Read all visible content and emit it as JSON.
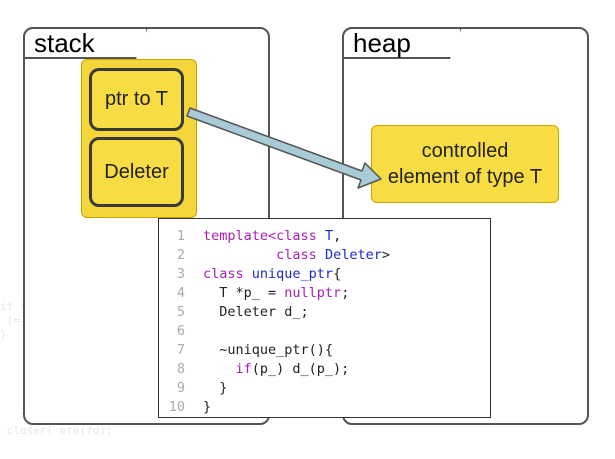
{
  "stack_panel": {
    "title": "stack"
  },
  "heap_panel": {
    "title": "heap"
  },
  "stack_frame": {
    "ptr_label": "ptr to T",
    "deleter_label": "Deleter"
  },
  "heap_object": {
    "line1": "controlled",
    "line2": "element of type T"
  },
  "arrow": {
    "from": "ptr to T",
    "to": "controlled element of type T"
  },
  "colors": {
    "box_fill": "#f7dc44",
    "box_border": "#3a3a3a",
    "keyword": "#a61fb8",
    "type": "#1f2ac7",
    "line_number": "#aaaaaa",
    "arrow_fill": "#a9cbd8"
  },
  "code": {
    "lines": [
      {
        "n": "1",
        "parts": [
          {
            "t": "template<",
            "c": "kw"
          },
          {
            "t": "class",
            "c": "kw"
          },
          {
            "t": " ",
            "c": ""
          },
          {
            "t": "T",
            "c": "ty"
          },
          {
            "t": ",",
            "c": ""
          }
        ]
      },
      {
        "n": "2",
        "parts": [
          {
            "t": "         ",
            "c": ""
          },
          {
            "t": "class",
            "c": "kw"
          },
          {
            "t": " ",
            "c": ""
          },
          {
            "t": "Deleter",
            "c": "ty"
          },
          {
            "t": ">",
            "c": ""
          }
        ]
      },
      {
        "n": "3",
        "parts": [
          {
            "t": "class",
            "c": "kw"
          },
          {
            "t": " ",
            "c": ""
          },
          {
            "t": "unique_ptr",
            "c": "ty"
          },
          {
            "t": "{",
            "c": ""
          }
        ]
      },
      {
        "n": "4",
        "parts": [
          {
            "t": "  T *p_ = ",
            "c": ""
          },
          {
            "t": "nullptr",
            "c": "kw"
          },
          {
            "t": ";",
            "c": ""
          }
        ]
      },
      {
        "n": "5",
        "parts": [
          {
            "t": "  Deleter d_;",
            "c": ""
          }
        ]
      },
      {
        "n": "6",
        "parts": [
          {
            "t": "",
            "c": ""
          }
        ]
      },
      {
        "n": "7",
        "parts": [
          {
            "t": "  ~unique_ptr(){",
            "c": ""
          }
        ]
      },
      {
        "n": "8",
        "parts": [
          {
            "t": "    ",
            "c": ""
          },
          {
            "t": "if",
            "c": "kw"
          },
          {
            "t": "(p_) d_(p_);",
            "c": ""
          }
        ]
      },
      {
        "n": "9",
        "parts": [
          {
            "t": "  }",
            "c": ""
          }
        ]
      },
      {
        "n": "10",
        "parts": [
          {
            "t": "}",
            "c": ""
          }
        ]
      }
    ]
  }
}
